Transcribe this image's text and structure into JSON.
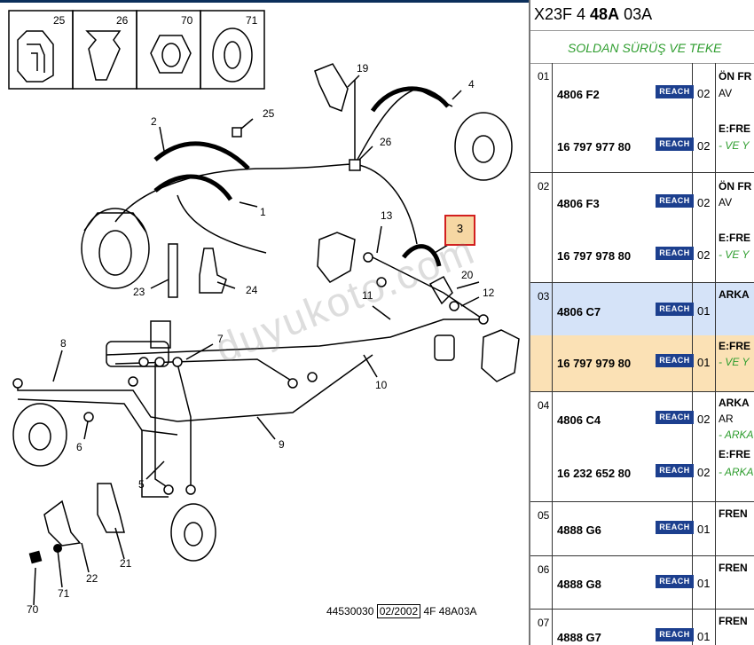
{
  "diagram": {
    "callouts": [
      "25",
      "26",
      "70",
      "71",
      "19",
      "4",
      "2",
      "25",
      "26",
      "1",
      "23",
      "24",
      "13",
      "3",
      "20",
      "12",
      "11",
      "8",
      "7",
      "10",
      "6",
      "9",
      "5",
      "22",
      "21",
      "71",
      "70"
    ],
    "highlighted_callout": "3",
    "watermark": "duyukoto.com",
    "footer": {
      "left": "44530030",
      "boxed": "02/2002",
      "right": "4F 48A03A"
    }
  },
  "panel": {
    "title_prefix": "X23F 4 ",
    "title_bold": "48A",
    "title_suffix": " 03A",
    "subtitle": "SOLDAN SÜRÜŞ VE TEKE",
    "reach_label": "REACH",
    "rows": [
      {
        "num": "01",
        "ref1": "4806 F2",
        "qty1": "02",
        "ref2": "16 797 977 80",
        "qty2": "02",
        "d1": "ÖN FR",
        "d2": "AV",
        "d3": "E:FRE",
        "d4": "- VE Y"
      },
      {
        "num": "02",
        "ref1": "4806 F3",
        "qty1": "02",
        "ref2": "16 797 978 80",
        "qty2": "02",
        "d1": "ÖN FR",
        "d2": "AV",
        "d3": "E:FRE",
        "d4": "- VE Y"
      },
      {
        "num": "03",
        "ref1": "4806 C7",
        "qty1": "01",
        "ref2": "16 797 979 80",
        "qty2": "01",
        "d1": "ARKA",
        "d3": "E:FRE",
        "d4": "- VE Y"
      },
      {
        "num": "04",
        "ref1": "4806 C4",
        "qty1": "02",
        "ref2": "16 232 652 80",
        "qty2": "02",
        "d1": "ARKA",
        "d2": "AR",
        "d2b": "- ARKA",
        "d3": "E:FRE",
        "d4": "- ARKA"
      },
      {
        "num": "05",
        "ref1": "4888 G6",
        "qty1": "01",
        "d1": "FREN"
      },
      {
        "num": "06",
        "ref1": "4888 G8",
        "qty1": "01",
        "d1": "FREN"
      },
      {
        "num": "07",
        "ref1": "4888 G7",
        "qty1": "01",
        "d1": "FREN"
      }
    ]
  }
}
